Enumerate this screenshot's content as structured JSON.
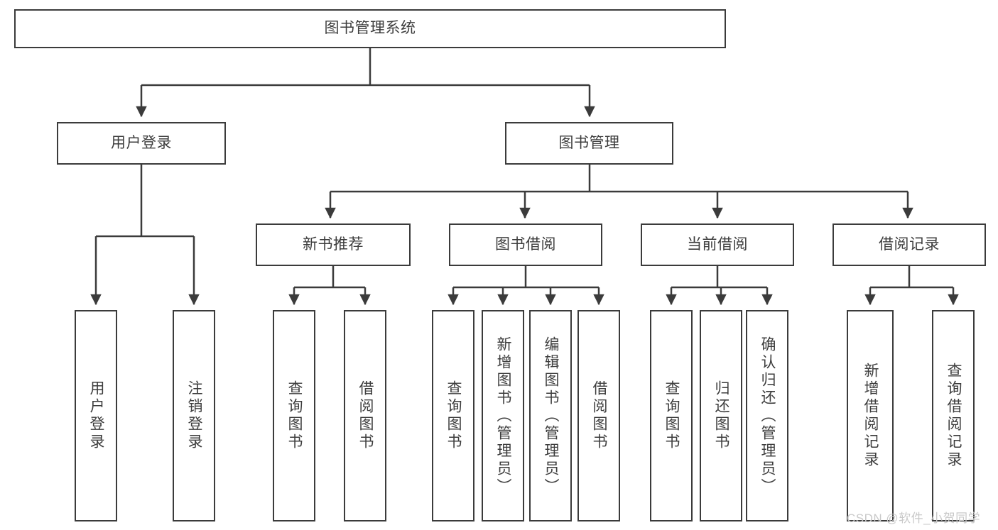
{
  "diagram": {
    "title": "图书管理系统",
    "type": "tree",
    "stroke_color": "#3b3b3b",
    "fill_color": "#ffffff",
    "text_color": "#3d3d3d",
    "watermark": "CSDN @软件_小贺同学",
    "watermark_color": "#c9c9c9"
  },
  "nodes": {
    "root": {
      "label": "图书管理系统"
    },
    "level2": [
      {
        "label": "用户登录"
      },
      {
        "label": "图书管理"
      }
    ],
    "level3": [
      {
        "label": "新书推荐"
      },
      {
        "label": "图书借阅"
      },
      {
        "label": "当前借阅"
      },
      {
        "label": "借阅记录"
      }
    ],
    "user_login_leaves": [
      {
        "label": "用户登录"
      },
      {
        "label": "注销登录"
      }
    ],
    "new_book_leaves": [
      {
        "label": "查询图书"
      },
      {
        "label": "借阅图书"
      }
    ],
    "borrow_leaves": [
      {
        "label": "查询图书"
      },
      {
        "label": "新增图书（管理员）"
      },
      {
        "label": "编辑图书（管理员）"
      },
      {
        "label": "借阅图书"
      }
    ],
    "current_leaves": [
      {
        "label": "查询图书"
      },
      {
        "label": "归还图书"
      },
      {
        "label": "确认归还（管理员）"
      }
    ],
    "record_leaves": [
      {
        "label": "新增借阅记录"
      },
      {
        "label": "查询借阅记录"
      }
    ]
  }
}
